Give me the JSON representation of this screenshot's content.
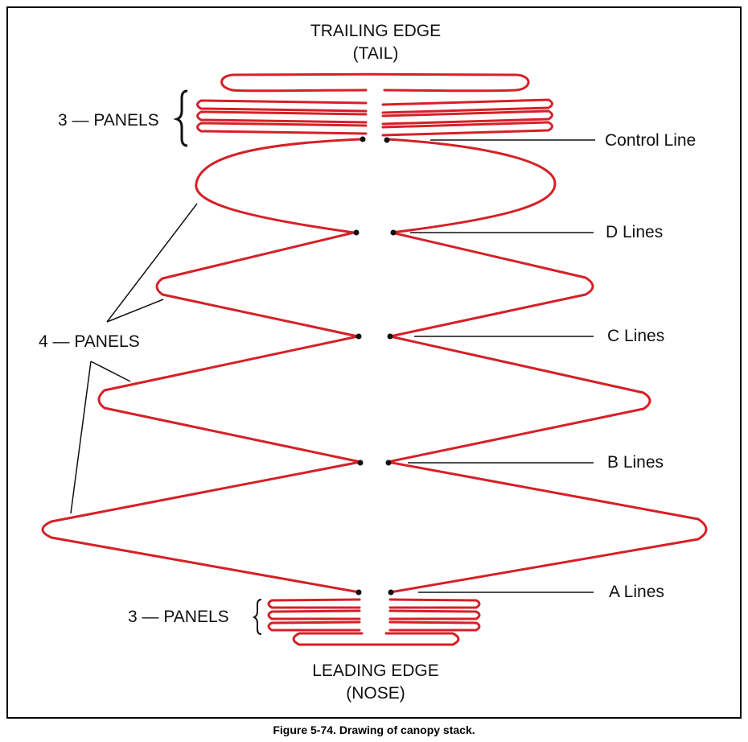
{
  "colors": {
    "canopy": "#d62027",
    "ink": "#111111"
  },
  "labels": {
    "trailing_edge": "TRAILING EDGE",
    "tail": "(TAIL)",
    "leading_edge": "LEADING EDGE",
    "nose": "(NOSE)",
    "top_panels": "3 — PANELS",
    "middle_panels": "4 — PANELS",
    "bottom_panels": "3 — PANELS",
    "control_line": "Control Line",
    "d_lines": "D Lines",
    "c_lines": "C Lines",
    "b_lines": "B Lines",
    "a_lines": "A Lines"
  },
  "caption": "Figure 5-74. Drawing of canopy stack."
}
